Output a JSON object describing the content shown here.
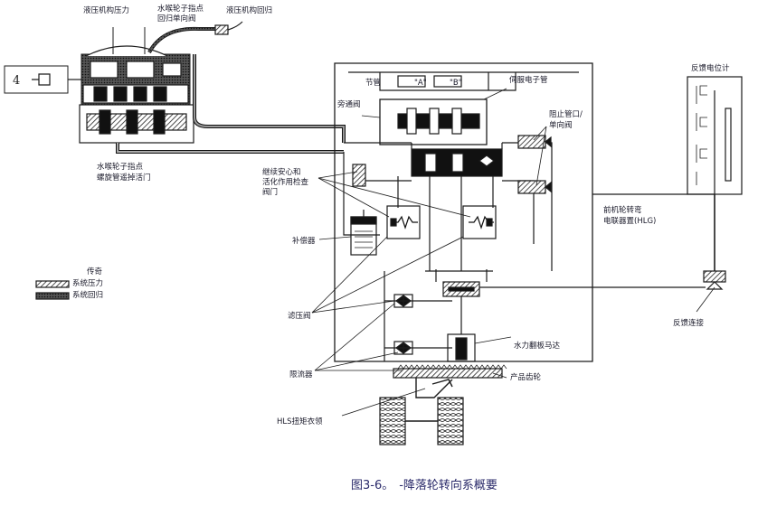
{
  "labels": {
    "hyd_pressure": "液压机构压力",
    "nose_steer_valve": "水喉轮子指点",
    "nose_steer_valve_2": "回归单向阀",
    "hyd_return": "液压机构回归",
    "hose_gate_1": "水喉轮子指点",
    "hose_gate_2": "螺旋管遥掉活门",
    "orifice": "节管",
    "port_a": "\"A\"",
    "port_b": "\"B\"",
    "servo_torque_motor": "伺服电子管",
    "spool_valve": "旁通阀",
    "block_check_1": "阻止管口/",
    "block_check_2": "单向阀",
    "relief_check_1": "继续安心和",
    "relief_check_2": "活化作用检查",
    "relief_check_3": "阀门",
    "compensator": "补偿器",
    "lvdt_title": "反馈电位计",
    "hlg_1": "前机轮转弯",
    "hlg_2": "电联器置(HLG)",
    "feedback_link": "反馈连接",
    "pressure_relief": "滤压阀",
    "hyd_rack_motor": "水力翻板马达",
    "rack_pinion": "产品齿轮",
    "restrictor": "限流器",
    "collar": "HLS扭矩衣领",
    "legend_title": "传奇",
    "legend_pressure": "系统压力",
    "legend_return": "系统回归"
  },
  "caption": {
    "number": "图3-6。",
    "title": "-降落轮转向系概要"
  },
  "colors": {
    "ink": "#1c1c1c",
    "caption": "#2a2a6a"
  }
}
